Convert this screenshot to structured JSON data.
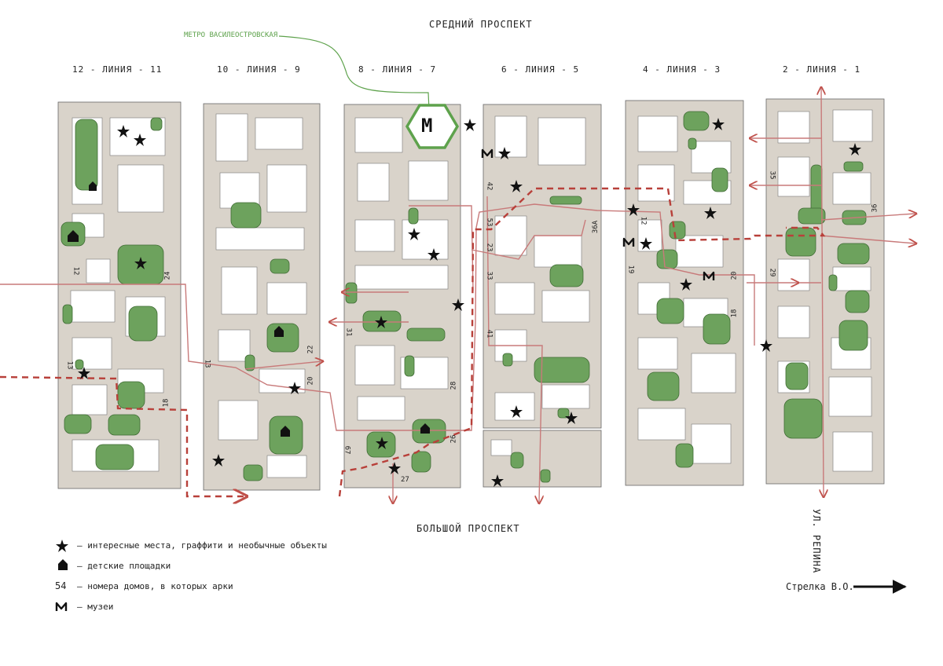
{
  "title": "СРЕДНИЙ ПРОСПЕКТ",
  "bottom_street": "БОЛЬШОЙ ПРОСПЕКТ",
  "metro_label": "МЕТРО ВАСИЛЕОСТРОВСКАЯ",
  "metro_symbol": "М",
  "repina_street": "УЛ. РЕПИНА",
  "line_headers": [
    "12 - ЛИНИЯ - 11",
    "10 - ЛИНИЯ - 9",
    "8 - ЛИНИЯ - 7",
    "6 - ЛИНИЯ - 5",
    "4 - ЛИНИЯ - 3",
    "2 - ЛИНИЯ - 1"
  ],
  "house_numbers": [
    "12",
    "24",
    "13",
    "18",
    "22",
    "13",
    "20",
    "31",
    "28",
    "26",
    "27",
    "67",
    "42",
    "53",
    "33",
    "23",
    "41",
    "36А",
    "12",
    "19",
    "20",
    "18",
    "35",
    "29",
    "36"
  ],
  "legend": {
    "star_text": "— интересные места, граффити и необычные объекты",
    "house_text": "— детские площадки",
    "number_symbol": "54",
    "number_text": "— номера домов, в которых арки",
    "museum_symbol": "М",
    "museum_text": "— музеи"
  },
  "strelka_label": "Стрелка В.О.",
  "colors": {
    "block": "#d9d3ca",
    "courtyard": "#ffffff",
    "tree": "#6da25d",
    "route_solid": "#c87a7a",
    "route_dashed": "#b8403a",
    "metro": "#5ea24c",
    "ink": "#222222"
  },
  "icons": [
    "star-icon",
    "playground-icon",
    "museum-icon",
    "metro-icon",
    "arrow-right-icon"
  ]
}
